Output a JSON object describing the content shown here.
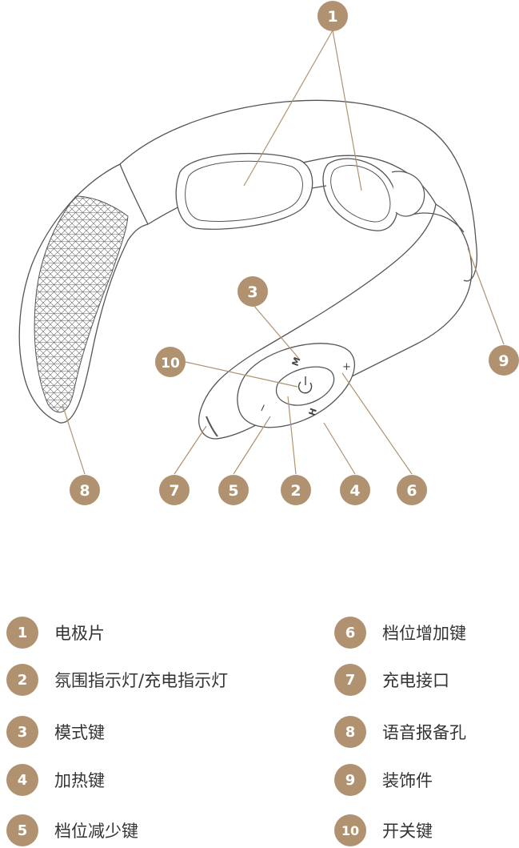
{
  "colors": {
    "accent": "#b09270",
    "line": "#555555",
    "text": "#333333"
  },
  "badges": {
    "b1": "1",
    "b2": "2",
    "b3": "3",
    "b4": "4",
    "b5": "5",
    "b6": "6",
    "b7": "7",
    "b8": "8",
    "b9": "9",
    "b10": "10"
  },
  "device_icons": {
    "m_label": "M",
    "h_label": "H",
    "plus": "+",
    "minus": "−",
    "power": "power-icon"
  },
  "legend": [
    {
      "num": "1",
      "label": "电极片"
    },
    {
      "num": "2",
      "label": "氛围指示灯/充电指示灯"
    },
    {
      "num": "3",
      "label": "模式键"
    },
    {
      "num": "4",
      "label": "加热键"
    },
    {
      "num": "5",
      "label": "档位减少键"
    },
    {
      "num": "6",
      "label": "档位增加键"
    },
    {
      "num": "7",
      "label": "充电接口"
    },
    {
      "num": "8",
      "label": "语音报备孔"
    },
    {
      "num": "9",
      "label": "装饰件"
    },
    {
      "num": "10",
      "label": "开关键"
    }
  ]
}
